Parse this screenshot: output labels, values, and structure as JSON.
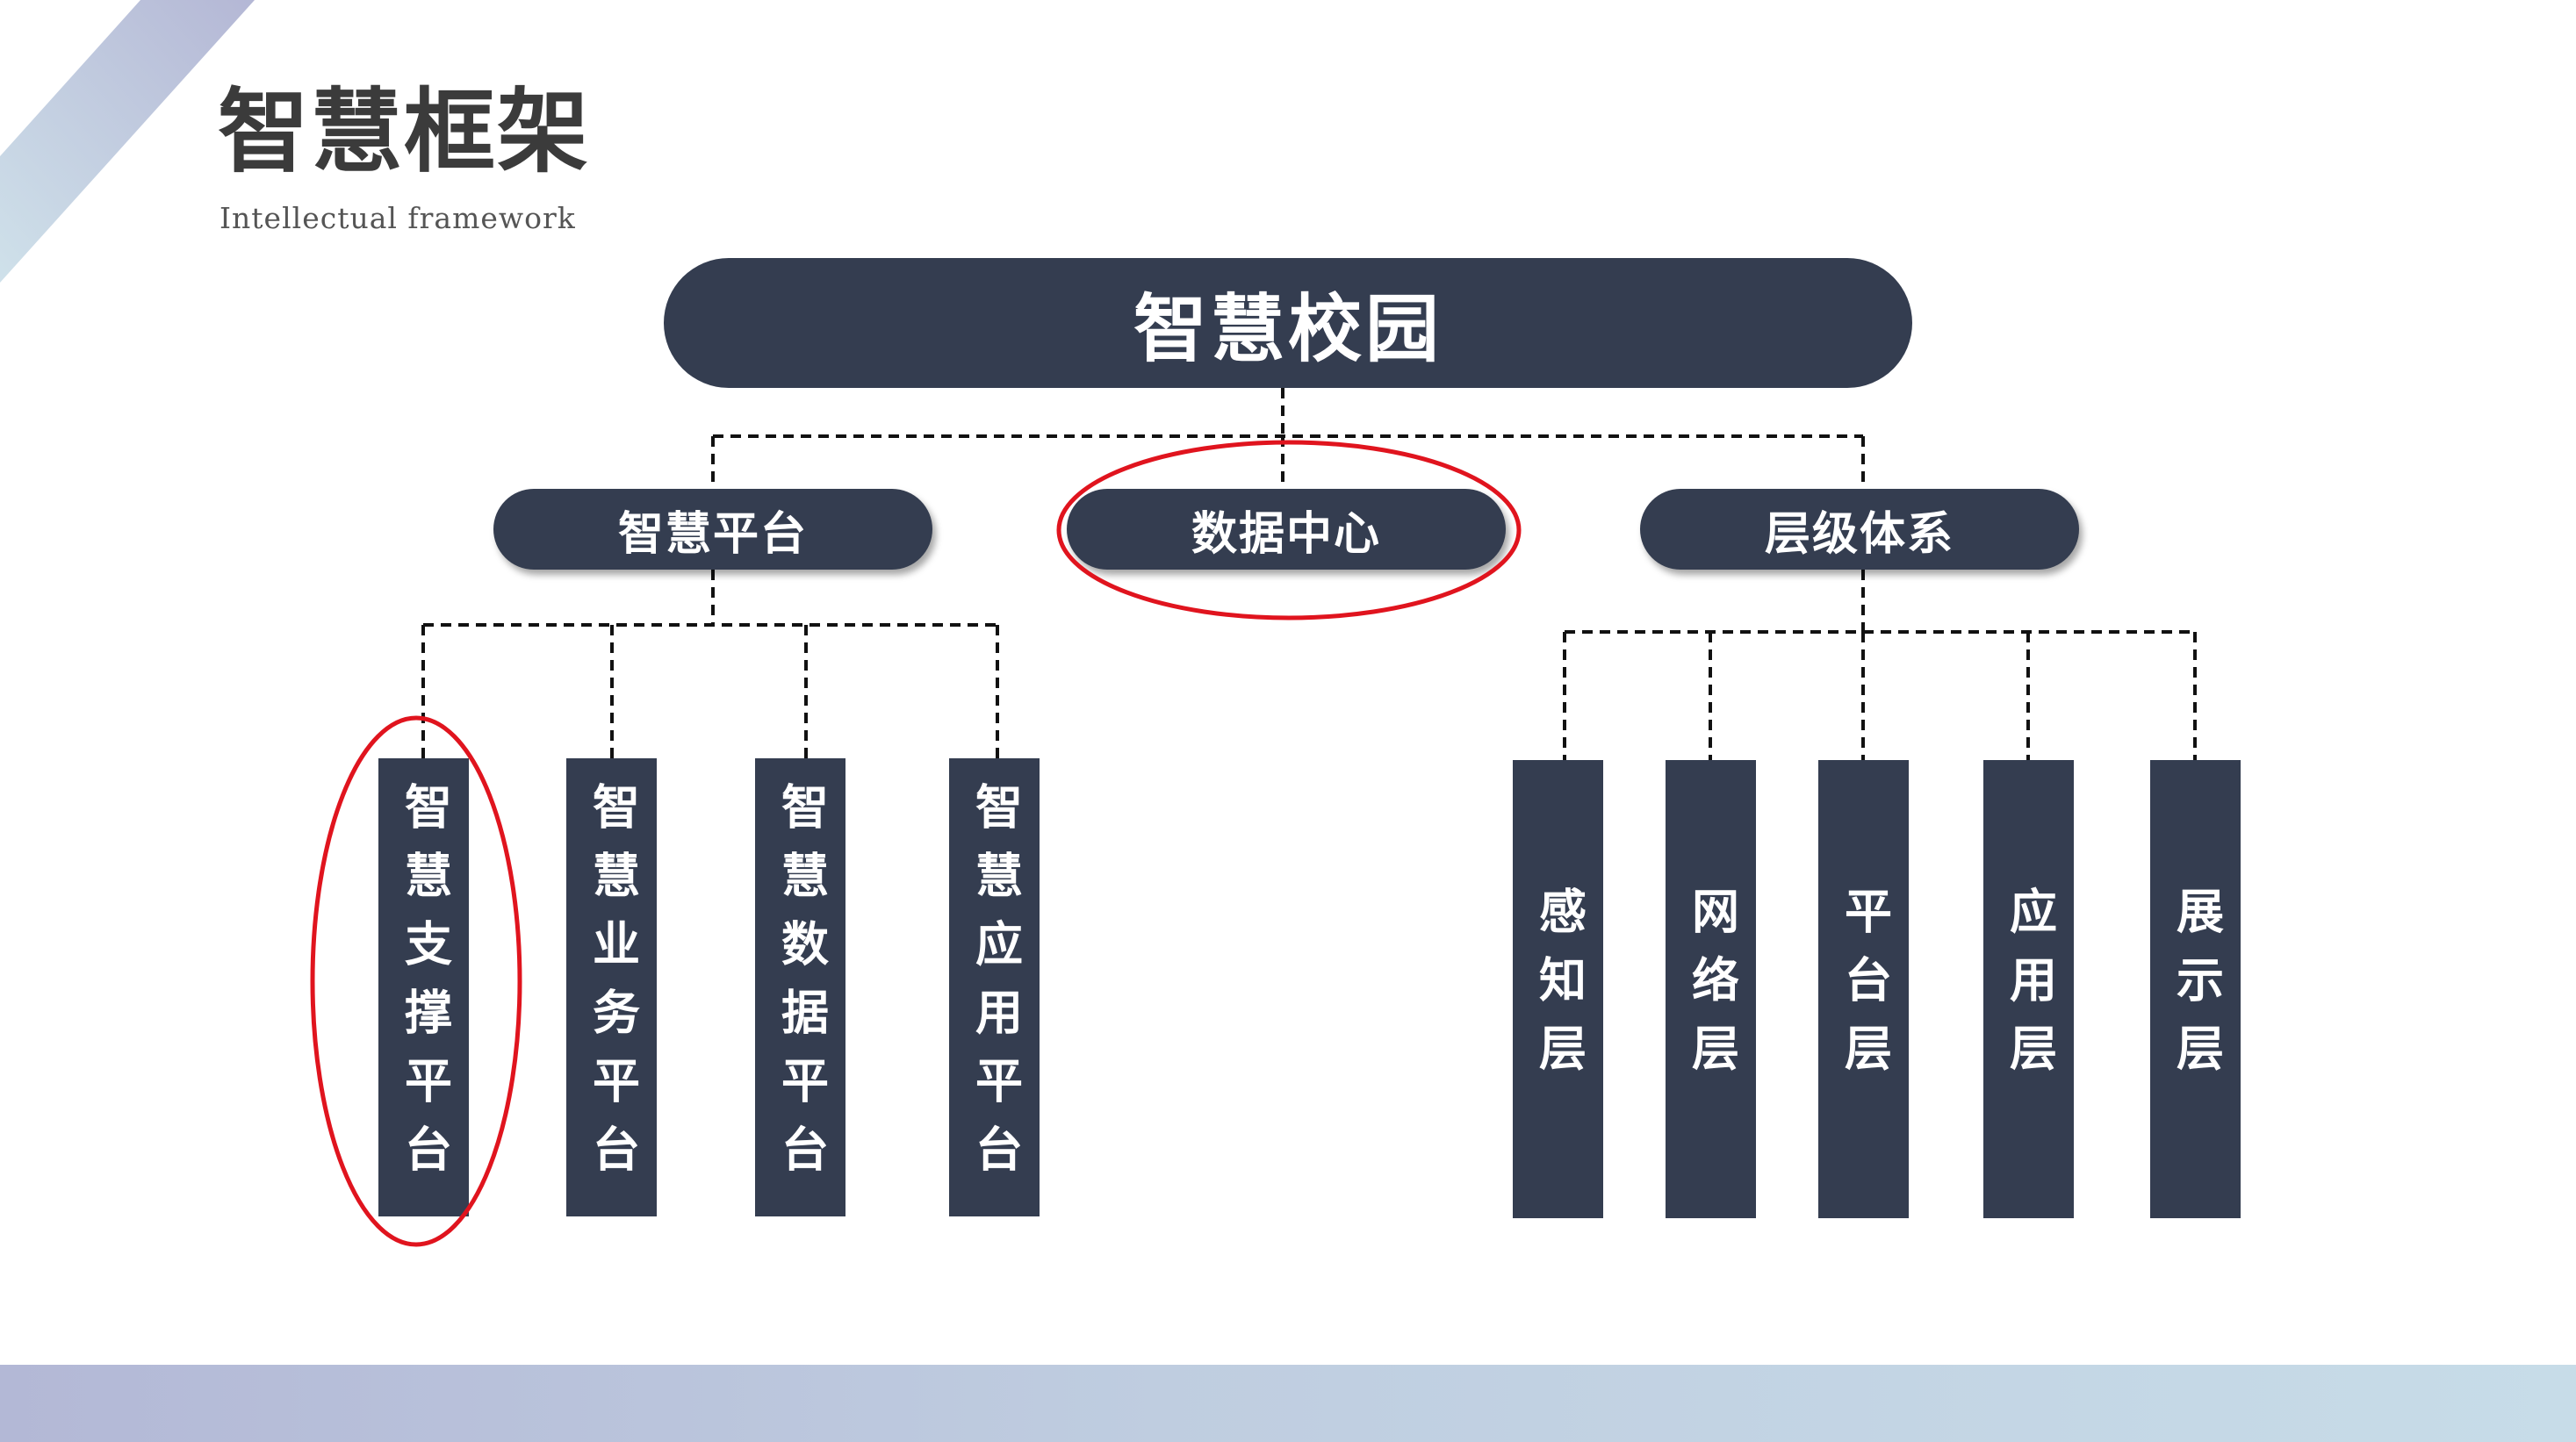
{
  "header": {
    "title": "智慧框架",
    "subtitle": "Intellectual framework"
  },
  "diagram": {
    "root": "智慧校园",
    "branches": [
      {
        "label": "智慧平台",
        "children": [
          "智慧支撑平台",
          "智慧业务平台",
          "智慧数据平台",
          "智慧应用平台"
        ]
      },
      {
        "label": "数据中心",
        "children": []
      },
      {
        "label": "层级体系",
        "children": [
          "感知层",
          "网络层",
          "平台层",
          "应用层",
          "展示层"
        ]
      }
    ],
    "highlighted": [
      "数据中心",
      "智慧支撑平台"
    ]
  },
  "colors": {
    "node_fill": "#343d50",
    "node_text": "#ffffff",
    "highlight_ring": "#e0141e",
    "connector": "#111111",
    "band_start": "#b3b8d6",
    "band_end": "#c7dce8"
  }
}
